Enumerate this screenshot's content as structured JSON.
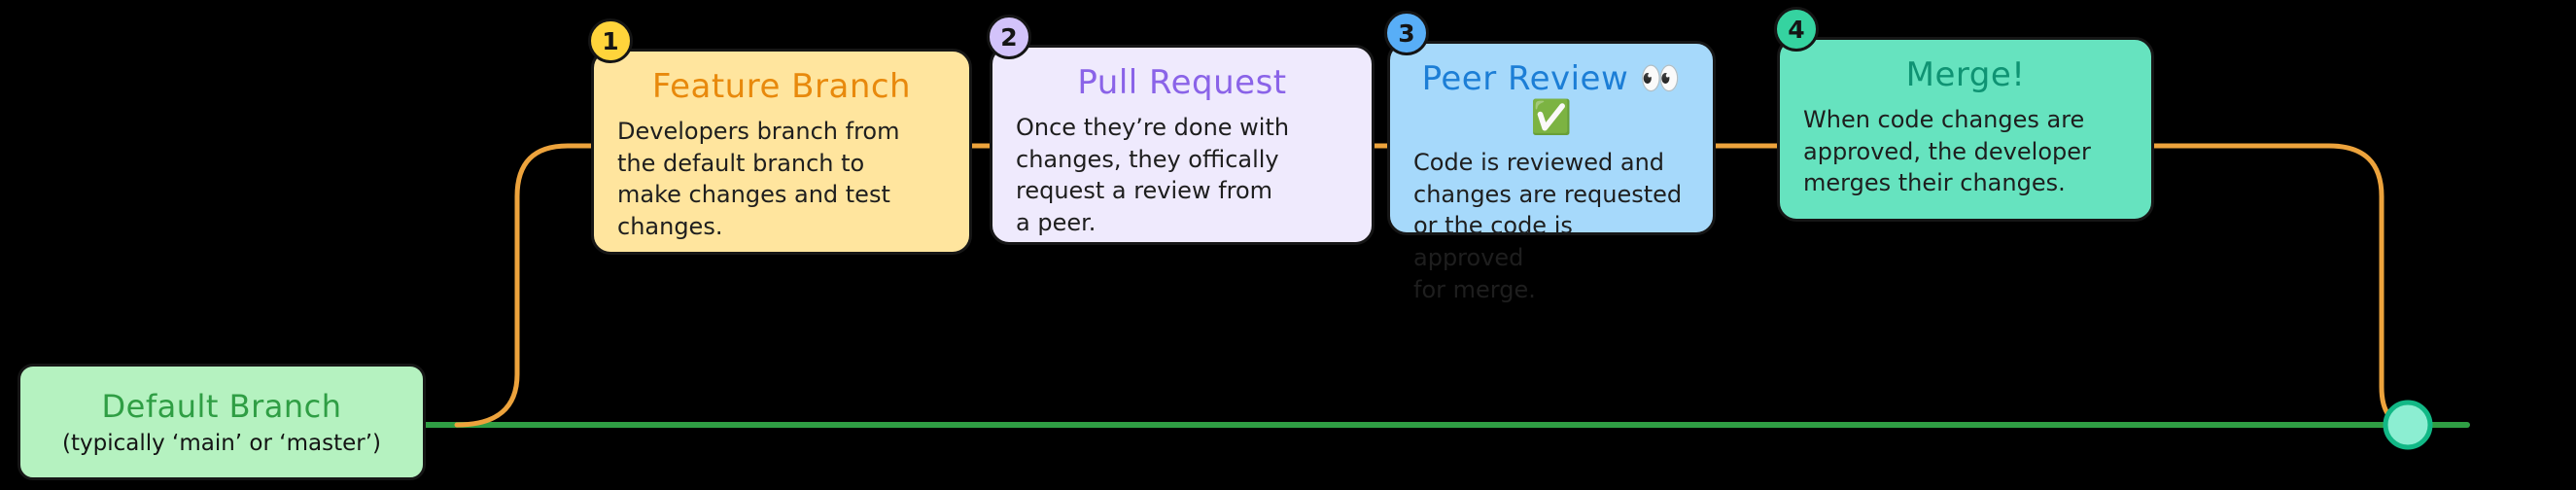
{
  "colors": {
    "background": "#000000",
    "default_branch_line": "#2f9e44",
    "feature_branch_line": "#eda33c",
    "merge_node_fill": "#8ceed2",
    "merge_node_stroke": "#12b886",
    "card_yellow": "#ffe59e",
    "card_lavender": "#efeafd",
    "card_blue": "#a6d9fb",
    "card_teal": "#66e3bf",
    "card_green": "#b5f2c0"
  },
  "default_branch": {
    "title": "Default Branch",
    "subtitle": "(typically ‘main’ or ‘master’)"
  },
  "steps": [
    {
      "number": "1",
      "title": "Feature Branch",
      "body": "Developers branch from\nthe default branch to\nmake changes and test\nchanges."
    },
    {
      "number": "2",
      "title": "Pull Request",
      "body": "Once they’re done with\nchanges, they offically\nrequest a review from\na peer."
    },
    {
      "number": "3",
      "title": "Peer Review 👀 ✅",
      "body": "Code is reviewed and\nchanges are requested\nor the code is approved\nfor merge."
    },
    {
      "number": "4",
      "title": "Merge!",
      "body": "When code changes are\napproved, the developer\nmerges their changes."
    }
  ]
}
